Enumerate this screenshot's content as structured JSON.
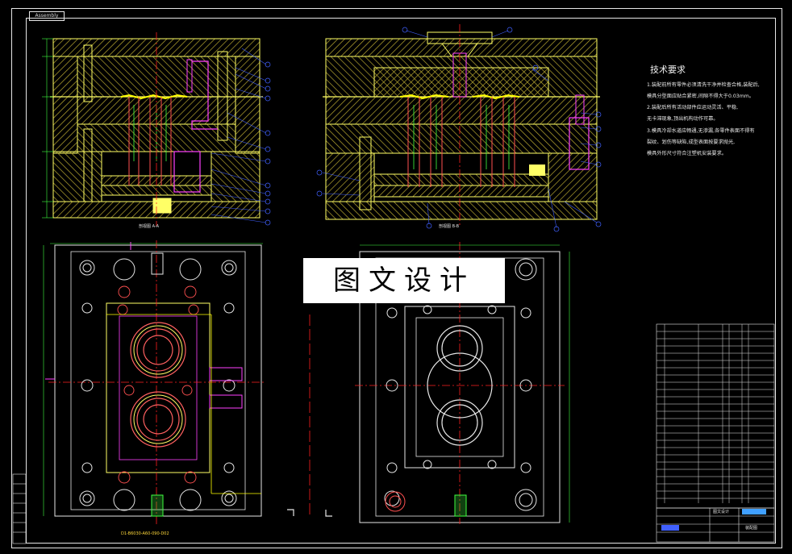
{
  "drawing_number": "Assembly",
  "section_labels": {
    "left": "剖视图 A-A",
    "right": "剖视图 B-B"
  },
  "technical_requirements": {
    "title": "技术要求",
    "lines": [
      "1.装配前所有零件必须清洗干净并检查合格,装配后,",
      "模具分型面应贴合紧密,间隙不得大于0.03mm。",
      "2.装配后所有活动部件应运动灵活、平稳,",
      "无卡滞现象,顶出机构动作可靠。",
      "3.模具冷却水道应畅通,无渗漏,各零件表面不得有",
      "裂纹、划伤等缺陷,成型表面按要求抛光,",
      "模具外形尺寸符合注塑机安装要求。"
    ]
  },
  "watermark": "图文设计",
  "bottom_label": "D1-B6030-A60-090-D02",
  "title_block": {
    "drawing_title": "装配图",
    "stamp": "图文设计"
  },
  "colors": {
    "background": "#000000",
    "frame": "#e6e6e6",
    "hatch": "#d9c93a",
    "plate": "#ffff66",
    "center_line": "#ff2020",
    "pins": "#ff4040",
    "magenta": "#ff40ff",
    "blue_leader": "#4060ff",
    "green": "#40ff40",
    "cyan": "#40e0e0"
  }
}
